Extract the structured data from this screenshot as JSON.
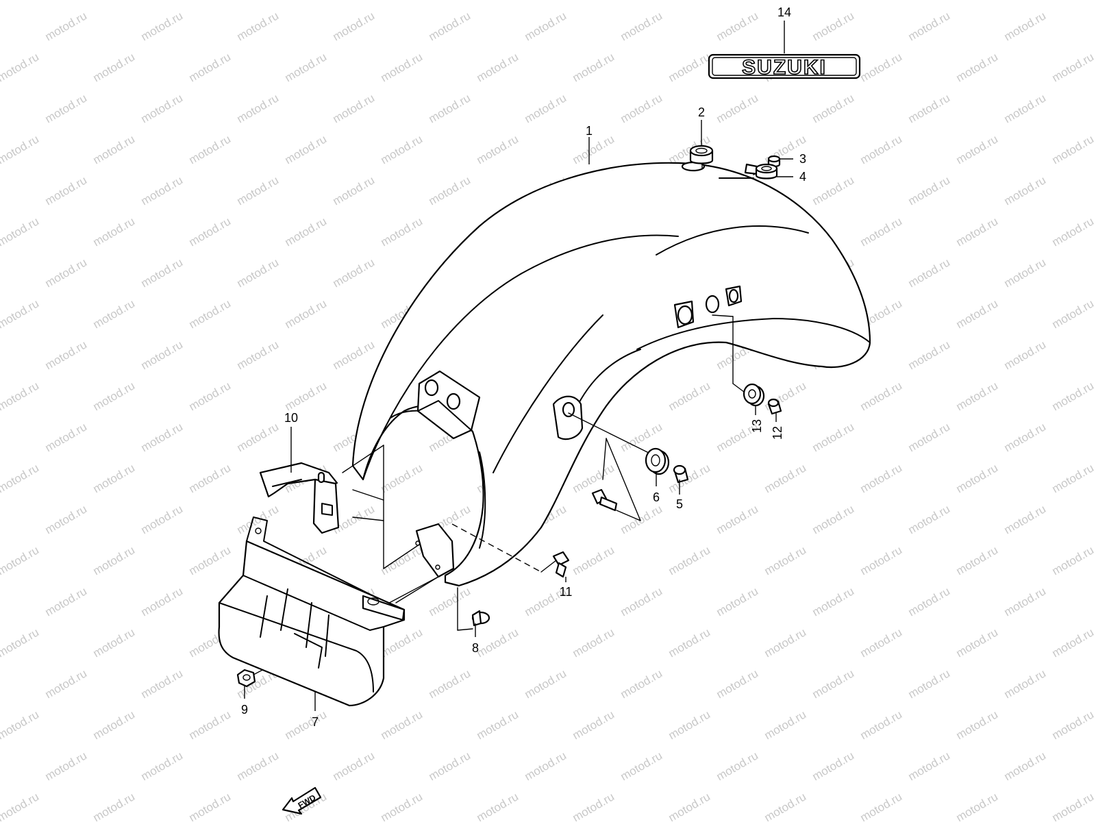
{
  "watermark": {
    "text": "motod.ru"
  },
  "emblem": {
    "text": "SUZUKI"
  },
  "fwd_arrow": {
    "label": "FWD"
  },
  "callouts": {
    "c1": "1",
    "c2": "2",
    "c3": "3",
    "c4": "4",
    "c5": "5",
    "c6": "6",
    "c7": "7",
    "c8": "8",
    "c9": "9",
    "c10": "10",
    "c11": "11",
    "c12": "12",
    "c13": "13",
    "c14": "14"
  }
}
